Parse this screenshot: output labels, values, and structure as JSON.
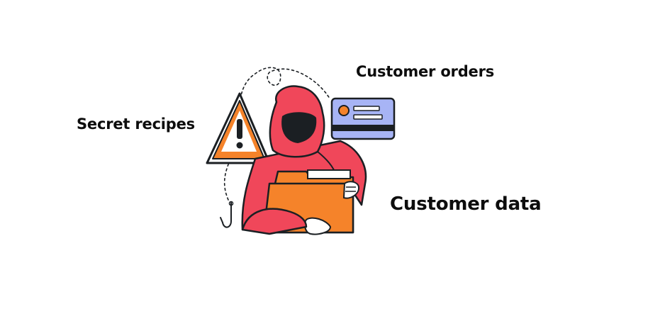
{
  "labels": {
    "customer_orders": "Customer orders",
    "secret_recipes": "Secret recipes",
    "customer_data": "Customer data"
  },
  "icons": {
    "warning": "warning-triangle-icon",
    "card": "credit-card-icon",
    "hacker": "hooded-hacker-icon",
    "folder": "folder-icon",
    "hook": "fishing-hook-icon"
  },
  "colors": {
    "hoodie": "#f0475a",
    "warning_triangle": "#f5832a",
    "folder": "#f5832a",
    "card": "#a7b4f5",
    "outline": "#1b1f23",
    "text": "#0d0d0d"
  }
}
